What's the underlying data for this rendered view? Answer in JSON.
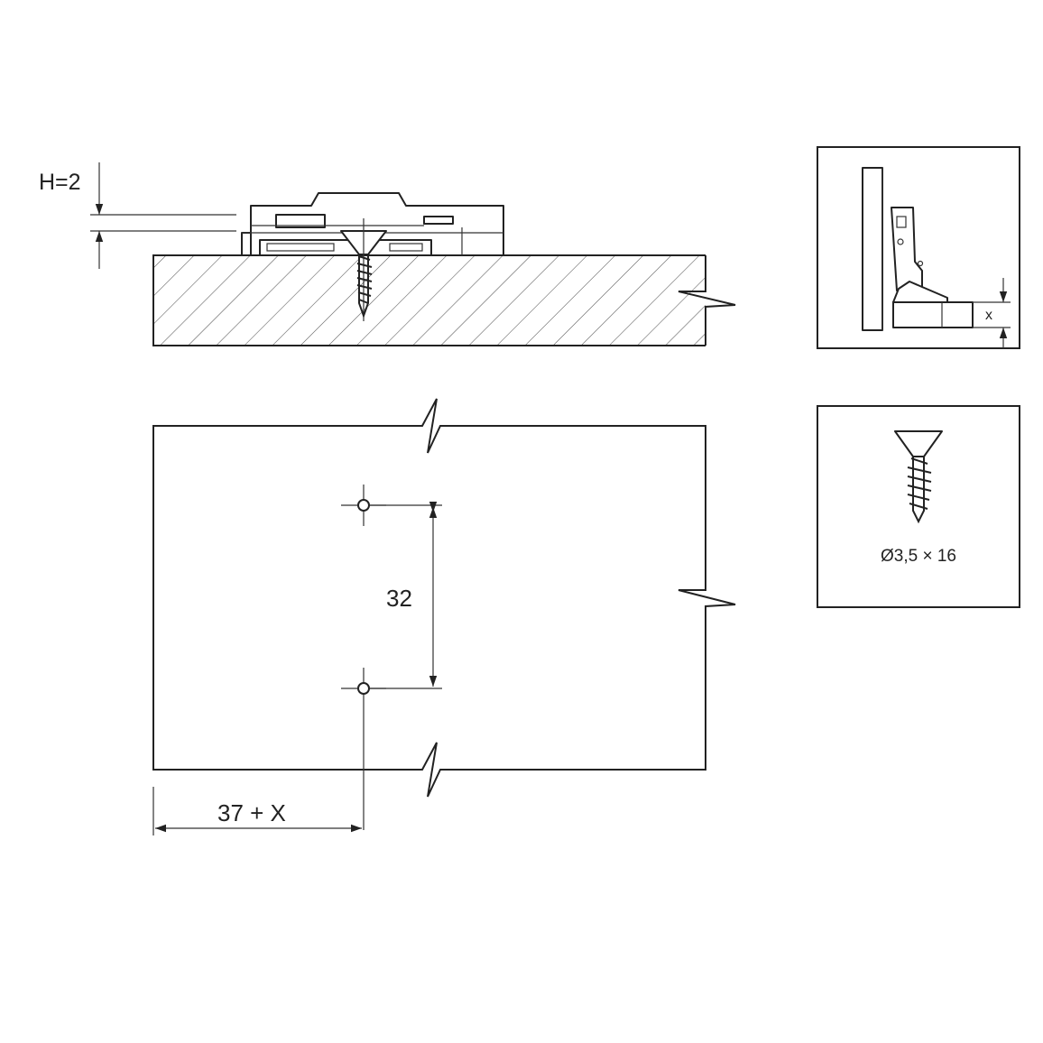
{
  "labels": {
    "height": "H=2",
    "hole_spacing": "32",
    "edge_offset": "37 + X",
    "detail_offset": "x",
    "screw_spec": "Ø3,5 × 16"
  },
  "colors": {
    "line": "#222222",
    "background": "#ffffff",
    "hatch": "#555555"
  }
}
